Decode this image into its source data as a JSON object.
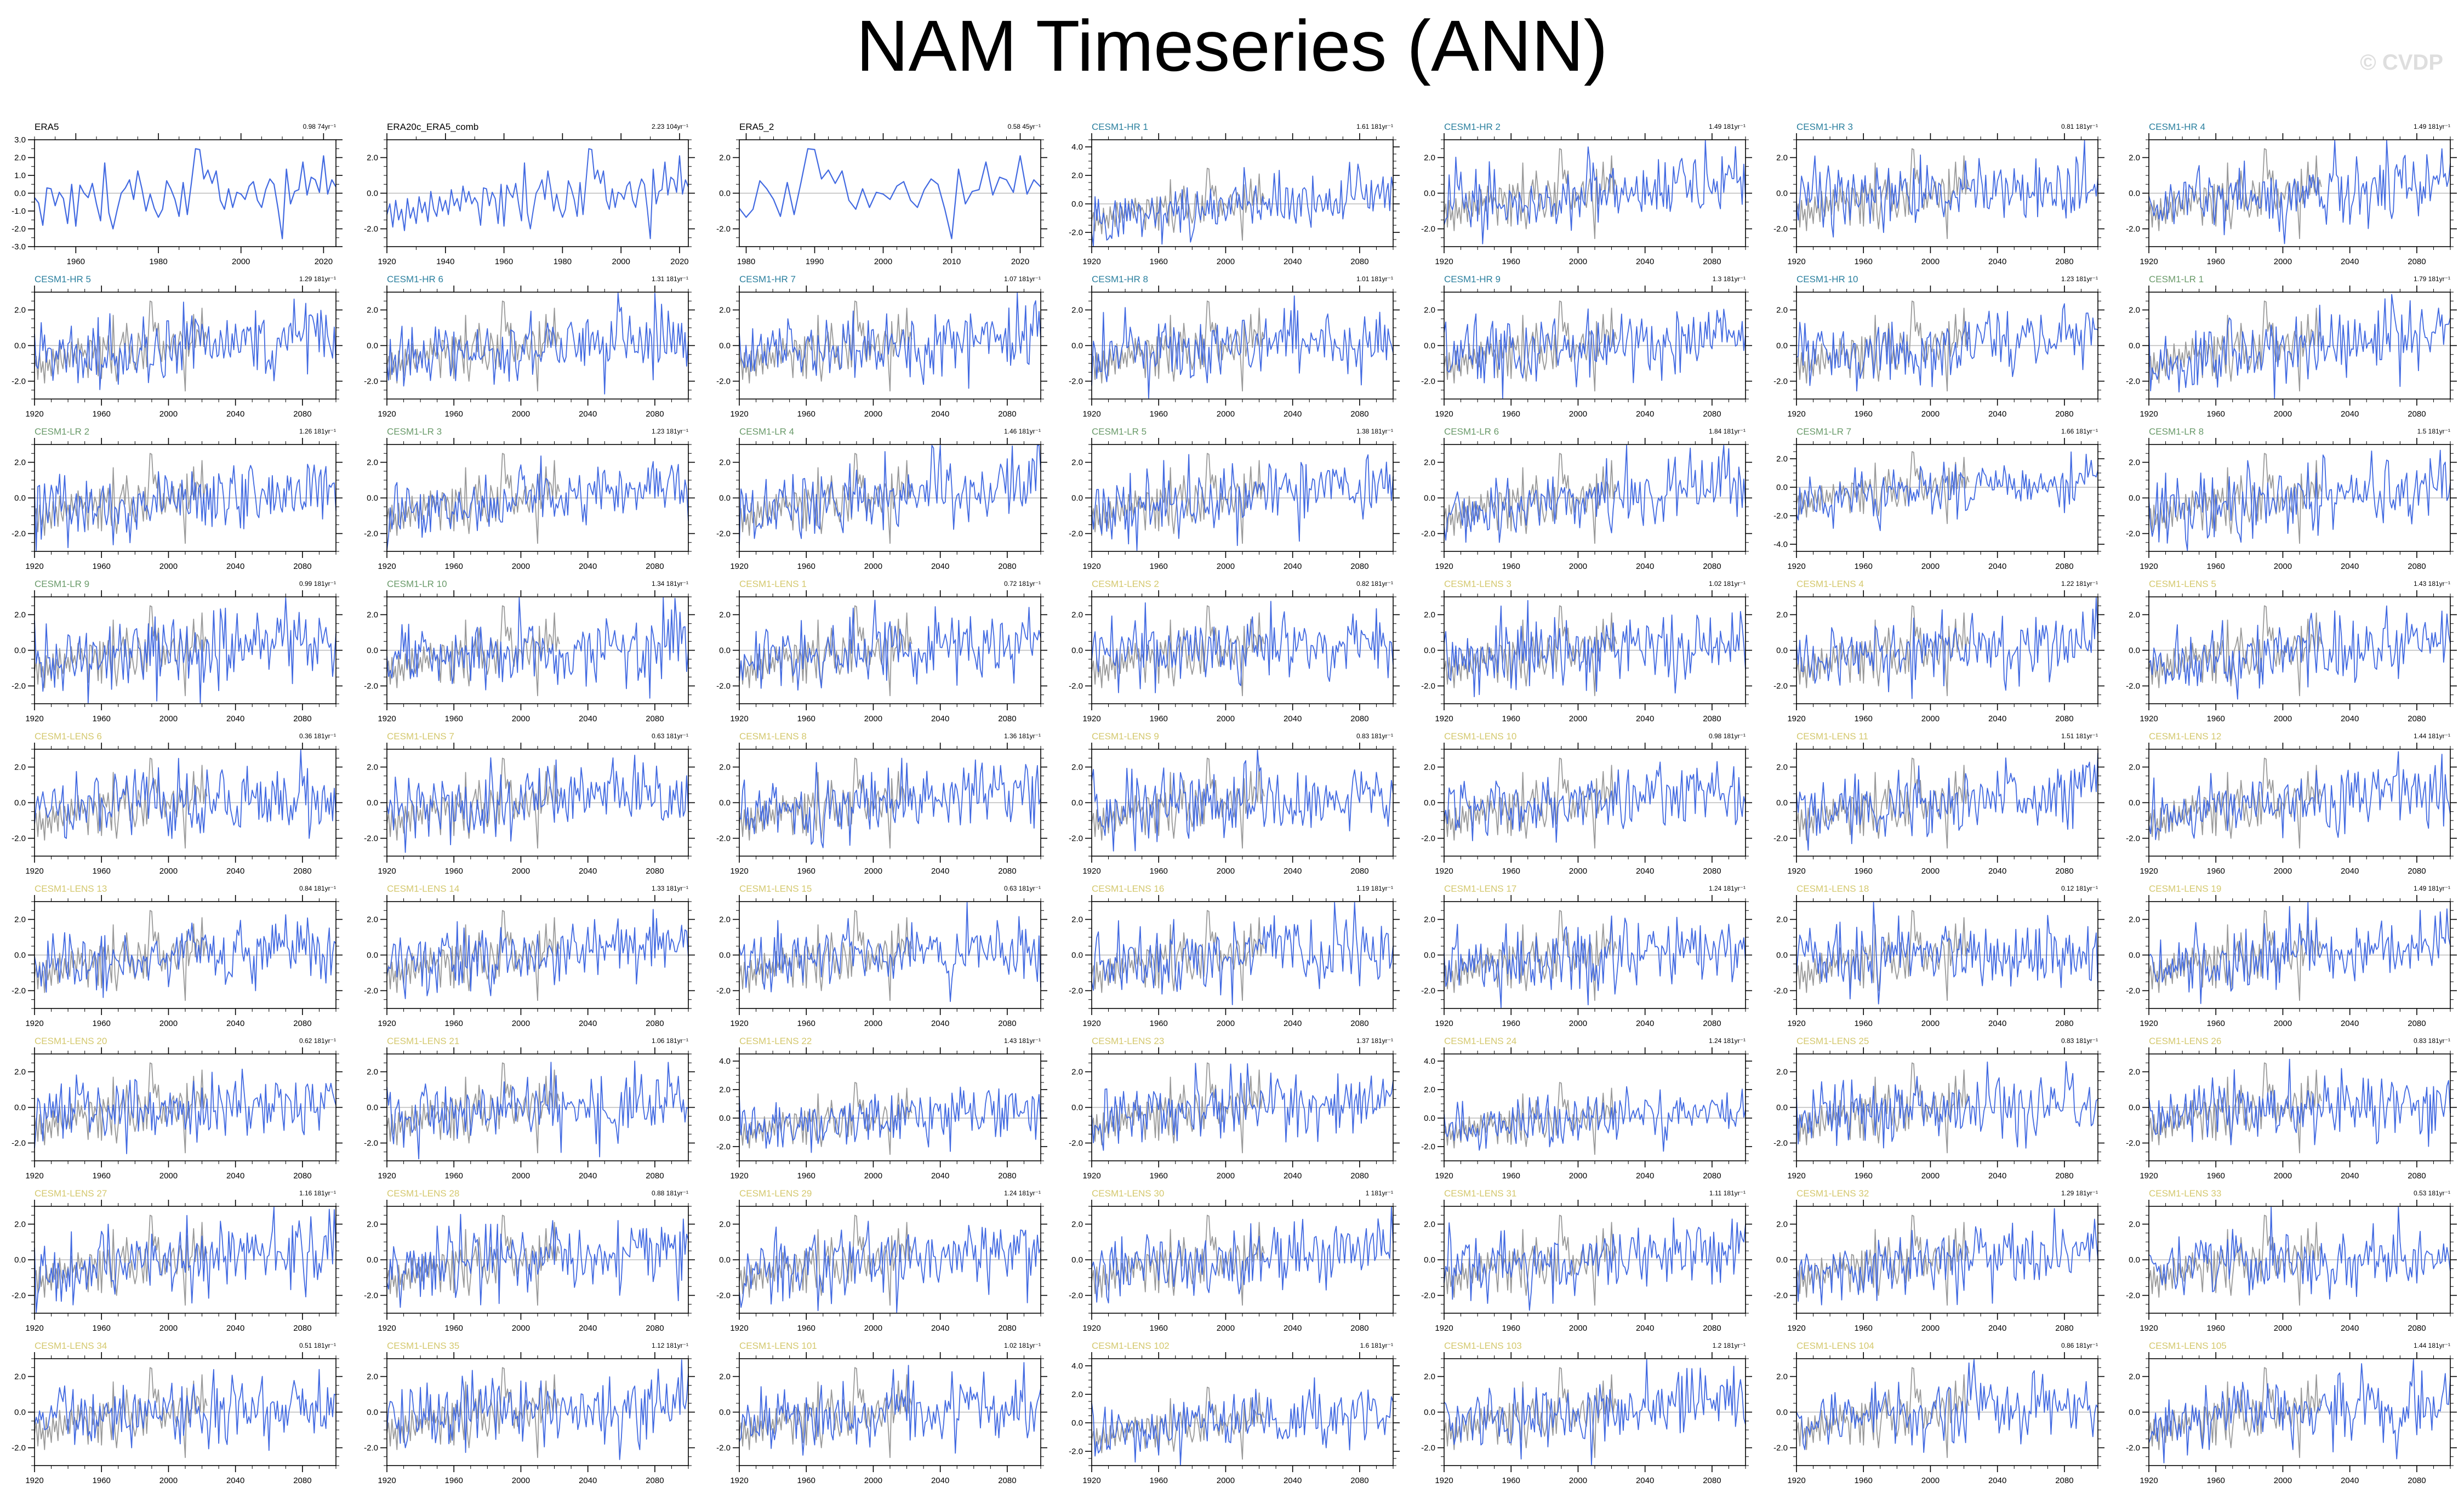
{
  "header": {
    "title": "NAM Timeseries (ANN)",
    "watermark": "© CVDP"
  },
  "colors": {
    "series": "#4169e1",
    "overlay": "#999999",
    "obs_title": "#000000",
    "HR": "#2a7f9e",
    "LR": "#6a9a6a",
    "LENS": "#d4c86e",
    "zero_line": "#bbbbbb"
  },
  "model_axes": {
    "x_range": [
      1920,
      2100
    ],
    "xticks": [
      1920,
      1960,
      2000,
      2040,
      2080
    ],
    "xtick_labels": [
      "1920",
      "1960",
      "2000",
      "2040",
      "2080"
    ],
    "ylim": [
      -3,
      3
    ],
    "yticks": [
      -2,
      0,
      2
    ],
    "ytick_labels": [
      "-2.0",
      "0.0",
      "2.0"
    ],
    "overlay": "ERA20c_ERA5_comb"
  },
  "chart_data": [
    {
      "type": "line",
      "title": "ERA5",
      "group": "obs",
      "trend_label": "0.98 74yr⁻¹",
      "x_range": [
        1950,
        2023
      ],
      "xticks": [
        1960,
        1980,
        2000,
        2020
      ],
      "xtick_labels": [
        "1960",
        "1980",
        "2000",
        "2020"
      ],
      "ylim": [
        -3,
        3
      ],
      "yticks": [
        -3,
        -2,
        -1,
        0,
        1,
        2,
        3
      ],
      "ytick_labels": [
        "-3.0",
        "-2.0",
        "-1.0",
        "0.0",
        "1.0",
        "2.0",
        "3.0"
      ],
      "series": {
        "name": "ERA5",
        "start": 1950,
        "values": [
          -0.25,
          -0.55,
          -1.8,
          0.3,
          0.25,
          -0.7,
          0.05,
          -0.3,
          -1.7,
          0.5,
          -1.85,
          0.45,
          0.0,
          -0.25,
          0.55,
          -0.6,
          -1.55,
          1.7,
          -1.1,
          -2.0,
          -0.95,
          0.0,
          0.3,
          0.75,
          -0.35,
          1.25,
          0.25,
          -1.0,
          -0.05,
          -0.85,
          -1.35,
          -0.9,
          0.7,
          0.25,
          -0.35,
          -1.3,
          0.6,
          -1.2,
          0.6,
          2.5,
          2.45,
          0.8,
          1.3,
          0.55,
          1.25,
          -0.4,
          -0.9,
          0.25,
          -0.8,
          0.05,
          -0.05,
          -0.35,
          0.4,
          0.65,
          -0.4,
          -0.8,
          0.2,
          0.8,
          0.5,
          -0.9,
          -2.55,
          1.35,
          -0.6,
          0.1,
          0.2,
          1.75,
          -0.1,
          0.9,
          0.75,
          0.05,
          2.1,
          -0.05,
          0.75,
          0.35
        ]
      }
    },
    {
      "type": "line",
      "title": "ERA20c_ERA5_comb",
      "group": "obs",
      "trend_label": "2.23 104yr⁻¹",
      "x_range": [
        1920,
        2023
      ],
      "xticks": [
        1920,
        1940,
        1960,
        1980,
        2000,
        2020
      ],
      "xtick_labels": [
        "1920",
        "1940",
        "1960",
        "1980",
        "2000",
        "2020"
      ],
      "ylim": [
        -3,
        3
      ],
      "yticks": [
        -2,
        0,
        2
      ],
      "ytick_labels": [
        "-2.0",
        "0.0",
        "2.0"
      ],
      "series": {
        "name": "ERA20c_ERA5_comb",
        "start": 1920,
        "values_1920_1949": [
          -1.2,
          -0.6,
          -1.9,
          -0.4,
          -1.5,
          -0.9,
          -2.1,
          -0.3,
          -1.4,
          -0.8,
          -1.7,
          -0.2,
          -1.1,
          -0.5,
          -1.6,
          0.1,
          -0.9,
          -1.3,
          -0.2,
          -1.0,
          -0.4,
          -1.2,
          0.2,
          -0.7,
          -0.3,
          -1.0,
          0.4,
          -0.5,
          0.1,
          -0.6
        ],
        "then": "ERA5"
      }
    },
    {
      "type": "line",
      "title": "ERA5_2",
      "group": "obs",
      "trend_label": "0.58 45yr⁻¹",
      "x_range": [
        1979,
        2023
      ],
      "xticks": [
        1980,
        1990,
        2000,
        2010,
        2020
      ],
      "xtick_labels": [
        "1980",
        "1990",
        "2000",
        "2010",
        "2020"
      ],
      "ylim": [
        -3,
        3
      ],
      "yticks": [
        -2,
        0,
        2
      ],
      "ytick_labels": [
        "-2.0",
        "0.0",
        "2.0"
      ],
      "series": {
        "name": "ERA5_2",
        "start": 1979,
        "from": "ERA5"
      }
    },
    {
      "type": "line",
      "title": "CESM1-HR 1",
      "group": "HR",
      "trend_label": "1.61 181yr⁻¹",
      "trend": 1.61,
      "ylim": [
        -3,
        4.5
      ],
      "yticks": [
        -2,
        0,
        2,
        4
      ],
      "ytick_labels": [
        "-2.0",
        "0.0",
        "2.0",
        "4.0"
      ]
    },
    {
      "type": "line",
      "title": "CESM1-HR 2",
      "group": "HR",
      "trend_label": "1.49 181yr⁻¹",
      "trend": 1.49
    },
    {
      "type": "line",
      "title": "CESM1-HR 3",
      "group": "HR",
      "trend_label": "0.81 181yr⁻¹",
      "trend": 0.81
    },
    {
      "type": "line",
      "title": "CESM1-HR 4",
      "group": "HR",
      "trend_label": "1.49 181yr⁻¹",
      "trend": 1.49
    },
    {
      "type": "line",
      "title": "CESM1-HR 5",
      "group": "HR",
      "trend_label": "1.29 181yr⁻¹",
      "trend": 1.29
    },
    {
      "type": "line",
      "title": "CESM1-HR 6",
      "group": "HR",
      "trend_label": "1.31 181yr⁻¹",
      "trend": 1.31
    },
    {
      "type": "line",
      "title": "CESM1-HR 7",
      "group": "HR",
      "trend_label": "1.07 181yr⁻¹",
      "trend": 1.07
    },
    {
      "type": "line",
      "title": "CESM1-HR 8",
      "group": "HR",
      "trend_label": "1.01 181yr⁻¹",
      "trend": 1.01
    },
    {
      "type": "line",
      "title": "CESM1-HR 9",
      "group": "HR",
      "trend_label": "1.3 181yr⁻¹",
      "trend": 1.3
    },
    {
      "type": "line",
      "title": "CESM1-HR 10",
      "group": "HR",
      "trend_label": "1.23 181yr⁻¹",
      "trend": 1.23
    },
    {
      "type": "line",
      "title": "CESM1-LR 1",
      "group": "LR",
      "trend_label": "1.79 181yr⁻¹",
      "trend": 1.79
    },
    {
      "type": "line",
      "title": "CESM1-LR 2",
      "group": "LR",
      "trend_label": "1.26 181yr⁻¹",
      "trend": 1.26
    },
    {
      "type": "line",
      "title": "CESM1-LR 3",
      "group": "LR",
      "trend_label": "1.23 181yr⁻¹",
      "trend": 1.23
    },
    {
      "type": "line",
      "title": "CESM1-LR 4",
      "group": "LR",
      "trend_label": "1.46 181yr⁻¹",
      "trend": 1.46
    },
    {
      "type": "line",
      "title": "CESM1-LR 5",
      "group": "LR",
      "trend_label": "1.38 181yr⁻¹",
      "trend": 1.38
    },
    {
      "type": "line",
      "title": "CESM1-LR 6",
      "group": "LR",
      "trend_label": "1.84 181yr⁻¹",
      "trend": 1.84
    },
    {
      "type": "line",
      "title": "CESM1-LR 7",
      "group": "LR",
      "trend_label": "1.66 181yr⁻¹",
      "trend": 1.66,
      "ylim": [
        -4.5,
        3
      ],
      "yticks": [
        -4,
        -2,
        0,
        2
      ],
      "ytick_labels": [
        "-4.0",
        "-2.0",
        "0.0",
        "2.0"
      ]
    },
    {
      "type": "line",
      "title": "CESM1-LR 8",
      "group": "LR",
      "trend_label": "1.5 181yr⁻¹",
      "trend": 1.5
    },
    {
      "type": "line",
      "title": "CESM1-LR 9",
      "group": "LR",
      "trend_label": "0.99 181yr⁻¹",
      "trend": 0.99
    },
    {
      "type": "line",
      "title": "CESM1-LR 10",
      "group": "LR",
      "trend_label": "1.34 181yr⁻¹",
      "trend": 1.34
    },
    {
      "type": "line",
      "title": "CESM1-LENS 1",
      "group": "LENS",
      "trend_label": "0.72 181yr⁻¹",
      "trend": 0.72
    },
    {
      "type": "line",
      "title": "CESM1-LENS 2",
      "group": "LENS",
      "trend_label": "0.82 181yr⁻¹",
      "trend": 0.82
    },
    {
      "type": "line",
      "title": "CESM1-LENS 3",
      "group": "LENS",
      "trend_label": "1.02 181yr⁻¹",
      "trend": 1.02
    },
    {
      "type": "line",
      "title": "CESM1-LENS 4",
      "group": "LENS",
      "trend_label": "1.22 181yr⁻¹",
      "trend": 1.22
    },
    {
      "type": "line",
      "title": "CESM1-LENS 5",
      "group": "LENS",
      "trend_label": "1.43 181yr⁻¹",
      "trend": 1.43
    },
    {
      "type": "line",
      "title": "CESM1-LENS 6",
      "group": "LENS",
      "trend_label": "0.36 181yr⁻¹",
      "trend": 0.36
    },
    {
      "type": "line",
      "title": "CESM1-LENS 7",
      "group": "LENS",
      "trend_label": "0.63 181yr⁻¹",
      "trend": 0.63
    },
    {
      "type": "line",
      "title": "CESM1-LENS 8",
      "group": "LENS",
      "trend_label": "1.36 181yr⁻¹",
      "trend": 1.36
    },
    {
      "type": "line",
      "title": "CESM1-LENS 9",
      "group": "LENS",
      "trend_label": "0.83 181yr⁻¹",
      "trend": 0.83
    },
    {
      "type": "line",
      "title": "CESM1-LENS 10",
      "group": "LENS",
      "trend_label": "0.98 181yr⁻¹",
      "trend": 0.98
    },
    {
      "type": "line",
      "title": "CESM1-LENS 11",
      "group": "LENS",
      "trend_label": "1.51 181yr⁻¹",
      "trend": 1.51
    },
    {
      "type": "line",
      "title": "CESM1-LENS 12",
      "group": "LENS",
      "trend_label": "1.44 181yr⁻¹",
      "trend": 1.44
    },
    {
      "type": "line",
      "title": "CESM1-LENS 13",
      "group": "LENS",
      "trend_label": "0.84 181yr⁻¹",
      "trend": 0.84
    },
    {
      "type": "line",
      "title": "CESM1-LENS 14",
      "group": "LENS",
      "trend_label": "1.33 181yr⁻¹",
      "trend": 1.33
    },
    {
      "type": "line",
      "title": "CESM1-LENS 15",
      "group": "LENS",
      "trend_label": "0.63 181yr⁻¹",
      "trend": 0.63
    },
    {
      "type": "line",
      "title": "CESM1-LENS 16",
      "group": "LENS",
      "trend_label": "1.19 181yr⁻¹",
      "trend": 1.19
    },
    {
      "type": "line",
      "title": "CESM1-LENS 17",
      "group": "LENS",
      "trend_label": "1.24 181yr⁻¹",
      "trend": 1.24
    },
    {
      "type": "line",
      "title": "CESM1-LENS 18",
      "group": "LENS",
      "trend_label": "0.12 181yr⁻¹",
      "trend": 0.12
    },
    {
      "type": "line",
      "title": "CESM1-LENS 19",
      "group": "LENS",
      "trend_label": "1.49 181yr⁻¹",
      "trend": 1.49
    },
    {
      "type": "line",
      "title": "CESM1-LENS 20",
      "group": "LENS",
      "trend_label": "0.62 181yr⁻¹",
      "trend": 0.62
    },
    {
      "type": "line",
      "title": "CESM1-LENS 21",
      "group": "LENS",
      "trend_label": "1.06 181yr⁻¹",
      "trend": 1.06
    },
    {
      "type": "line",
      "title": "CESM1-LENS 22",
      "group": "LENS",
      "trend_label": "1.43 181yr⁻¹",
      "trend": 1.43,
      "ylim": [
        -3,
        4.5
      ],
      "yticks": [
        -2,
        0,
        2,
        4
      ],
      "ytick_labels": [
        "-2.0",
        "0.0",
        "2.0",
        "4.0"
      ]
    },
    {
      "type": "line",
      "title": "CESM1-LENS 23",
      "group": "LENS",
      "trend_label": "1.37 181yr⁻¹",
      "trend": 1.37
    },
    {
      "type": "line",
      "title": "CESM1-LENS 24",
      "group": "LENS",
      "trend_label": "1.24 181yr⁻¹",
      "trend": 1.24,
      "ylim": [
        -3,
        4.5
      ],
      "yticks": [
        -2,
        0,
        2,
        4
      ],
      "ytick_labels": [
        "-2.0",
        "0.0",
        "2.0",
        "4.0"
      ]
    },
    {
      "type": "line",
      "title": "CESM1-LENS 25",
      "group": "LENS",
      "trend_label": "0.83 181yr⁻¹",
      "trend": 0.83
    },
    {
      "type": "line",
      "title": "CESM1-LENS 26",
      "group": "LENS",
      "trend_label": "0.83 181yr⁻¹",
      "trend": 0.83
    },
    {
      "type": "line",
      "title": "CESM1-LENS 27",
      "group": "LENS",
      "trend_label": "1.16 181yr⁻¹",
      "trend": 1.16
    },
    {
      "type": "line",
      "title": "CESM1-LENS 28",
      "group": "LENS",
      "trend_label": "0.88 181yr⁻¹",
      "trend": 0.88
    },
    {
      "type": "line",
      "title": "CESM1-LENS 29",
      "group": "LENS",
      "trend_label": "1.24 181yr⁻¹",
      "trend": 1.24
    },
    {
      "type": "line",
      "title": "CESM1-LENS 30",
      "group": "LENS",
      "trend_label": "1 181yr⁻¹",
      "trend": 1
    },
    {
      "type": "line",
      "title": "CESM1-LENS 31",
      "group": "LENS",
      "trend_label": "1.11 181yr⁻¹",
      "trend": 1.11
    },
    {
      "type": "line",
      "title": "CESM1-LENS 32",
      "group": "LENS",
      "trend_label": "1.29 181yr⁻¹",
      "trend": 1.29
    },
    {
      "type": "line",
      "title": "CESM1-LENS 33",
      "group": "LENS",
      "trend_label": "0.53 181yr⁻¹",
      "trend": 0.53
    },
    {
      "type": "line",
      "title": "CESM1-LENS 34",
      "group": "LENS",
      "trend_label": "0.51 181yr⁻¹",
      "trend": 0.51
    },
    {
      "type": "line",
      "title": "CESM1-LENS 35",
      "group": "LENS",
      "trend_label": "1.12 181yr⁻¹",
      "trend": 1.12
    },
    {
      "type": "line",
      "title": "CESM1-LENS 101",
      "group": "LENS",
      "trend_label": "1.02 181yr⁻¹",
      "trend": 1.02
    },
    {
      "type": "line",
      "title": "CESM1-LENS 102",
      "group": "LENS",
      "trend_label": "1.6 181yr⁻¹",
      "trend": 1.6,
      "ylim": [
        -3,
        4.5
      ],
      "yticks": [
        -2,
        0,
        2,
        4
      ],
      "ytick_labels": [
        "-2.0",
        "0.0",
        "2.0",
        "4.0"
      ]
    },
    {
      "type": "line",
      "title": "CESM1-LENS 103",
      "group": "LENS",
      "trend_label": "1.2 181yr⁻¹",
      "trend": 1.2
    },
    {
      "type": "line",
      "title": "CESM1-LENS 104",
      "group": "LENS",
      "trend_label": "0.86 181yr⁻¹",
      "trend": 0.86
    },
    {
      "type": "line",
      "title": "CESM1-LENS 105",
      "group": "LENS",
      "trend_label": "1.44 181yr⁻¹",
      "trend": 1.44
    }
  ]
}
